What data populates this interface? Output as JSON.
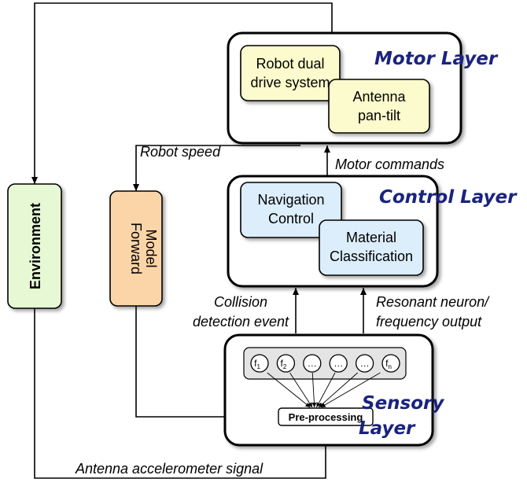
{
  "layers": {
    "motor": "Motor Layer",
    "control": "Control Layer",
    "sensory": [
      "Sensory",
      "Layer"
    ]
  },
  "modules": {
    "robot_drive": [
      "Robot dual",
      "drive system"
    ],
    "antenna": [
      "Antenna",
      "pan-tilt"
    ],
    "navigation": [
      "Navigation",
      "Control"
    ],
    "material": [
      "Material",
      "Classification"
    ],
    "environment": "Environment",
    "forward_model": [
      "Forward",
      "Model"
    ],
    "preprocessing": "Pre-processing"
  },
  "frequency_nodes": [
    {
      "base": "f",
      "sub": "1"
    },
    {
      "base": "f",
      "sub": "2"
    },
    {
      "base": "…",
      "sub": ""
    },
    {
      "base": "…",
      "sub": ""
    },
    {
      "base": "…",
      "sub": ""
    },
    {
      "base": "f",
      "sub": "n"
    }
  ],
  "signals": {
    "robot_speed": "Robot speed",
    "motor_commands": "Motor commands",
    "collision": [
      "Collision",
      "detection event"
    ],
    "resonant": [
      "Resonant neuron/",
      "frequency output"
    ],
    "accelerometer": "Antenna accelerometer signal"
  },
  "colors": {
    "yellow_box": "#fcfbcd",
    "blue_box": "#dcedfb",
    "green_box": "#e6f8d4",
    "orange_box": "#fbd5a8",
    "layer_title": "#1a237e"
  }
}
